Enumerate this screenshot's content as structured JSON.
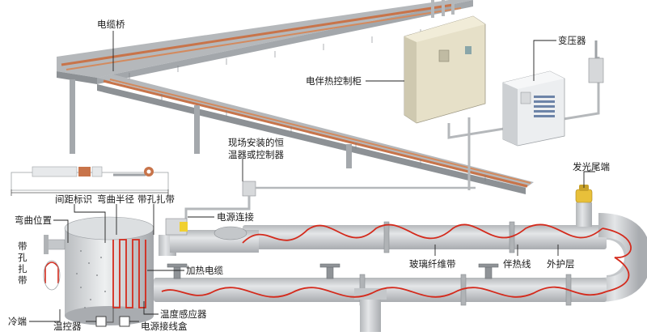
{
  "labels": {
    "cable_tray": "电缆桥",
    "control_cabinet": "电伴热控制柜",
    "transformer": "变压器",
    "field_thermostat_line1": "现场安装的恒",
    "field_thermostat_line2": "温器或控制器",
    "glow_end": "发光尾端",
    "spacing_mark": "间距标识",
    "bend_radius": "弯曲半径",
    "tie_band": "带孔扎带",
    "bend_position": "弯曲位置",
    "power_connection": "电源连接",
    "heating_cable": "加热电缆",
    "fiberglass_tape": "玻璃纤维带",
    "tracing_line": "伴热线",
    "outer_jacket": "外护层",
    "tie_band_vertical": [
      "带",
      "孔",
      "扎",
      "带"
    ],
    "cold_end": "冷端",
    "thermostat": "温控器",
    "temperature_sensor": "温度感应器",
    "power_junction_box": "电源接线盒"
  },
  "colors": {
    "heating_cable": "#d42a1c",
    "pipe": "#c9cbcd",
    "tray_copper": "#c8744a",
    "cabinet": "#e6e0c8",
    "tray_structure": "#9ea2a6",
    "glow_end_cap": "#e8c03a"
  }
}
